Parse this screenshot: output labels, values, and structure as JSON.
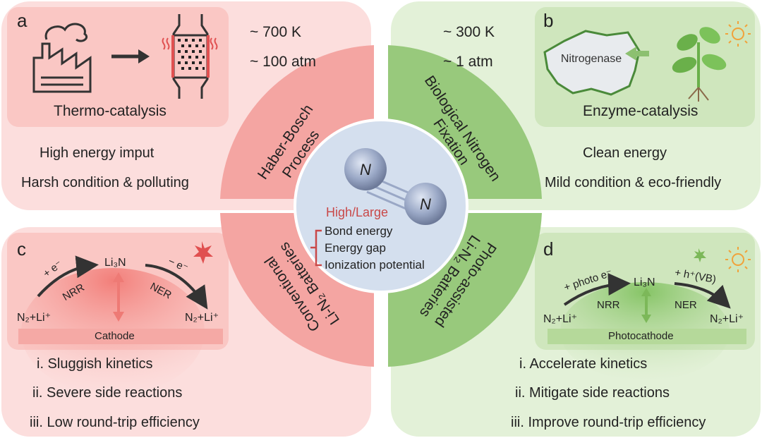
{
  "figure": {
    "panel_a": {
      "letter": "a",
      "caption": "Thermo-catalysis",
      "temperature": "~ 700 K",
      "pressure": "~ 100 atm",
      "lines": [
        "High energy imput",
        "Harsh condition & polluting"
      ],
      "colors": {
        "background": "#fcdedd",
        "inset": "#fac7c4",
        "accent": "#e05050"
      }
    },
    "panel_b": {
      "letter": "b",
      "caption": "Enzyme-catalysis",
      "enzyme_label": "Nitrogenase",
      "temperature": "~ 300 K",
      "pressure": "~ 1 atm",
      "lines": [
        "Clean energy",
        "Mild condition & eco-friendly"
      ],
      "colors": {
        "background": "#e3f1d8",
        "inset": "#cfe6bd",
        "accent": "#7cb859"
      }
    },
    "panel_c": {
      "letter": "c",
      "left_species": "N₂+Li⁺",
      "right_species": "N₂+Li⁺",
      "center_species": "Li₃N",
      "forward_electron": "+ e⁻",
      "reverse_electron": "− e⁻",
      "nrr": "NRR",
      "ner": "NER",
      "electrode": "Cathode",
      "list": [
        "i. Sluggish kinetics",
        "ii. Severe side reactions",
        "iii. Low round-trip efficiency"
      ]
    },
    "panel_d": {
      "letter": "d",
      "left_species": "N₂+Li⁺",
      "right_species": "N₂+Li⁺",
      "center_species": "Li₃N",
      "forward_electron": "+ photo e⁻",
      "reverse_electron": "+ h⁺(VB)",
      "nrr": "NRR",
      "ner": "NER",
      "electrode": "Photocathode",
      "list": [
        "i. Accelerate kinetics",
        "ii. Mitigate side reactions",
        "iii. Improve round-trip efficiency"
      ]
    },
    "sectors": {
      "top_left": [
        "Haber-Bosch",
        "Process"
      ],
      "top_right": [
        "Biological Nitrogen",
        "Fixation"
      ],
      "bottom_left": [
        "Conventional",
        "Li-N₂ Batteries"
      ],
      "bottom_right": [
        "Photo-assisted",
        "Li-N₂ Batteries"
      ]
    },
    "center": {
      "atom_label": "N",
      "heading": "High/Large",
      "properties": [
        "Bond energy",
        "Energy gap",
        "Ionization potential"
      ],
      "colors": {
        "circle": "#d4dfee",
        "atom": "#9aa8c6",
        "heading": "#c94848"
      }
    }
  }
}
